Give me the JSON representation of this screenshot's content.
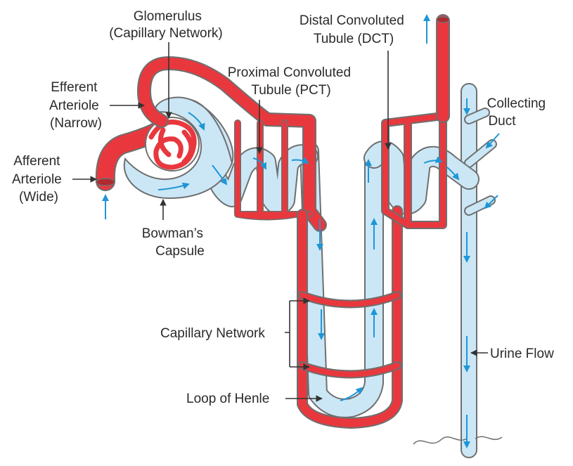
{
  "colors": {
    "tubule_fill": "#cbe7f6",
    "tubule_outline": "#6f6f6f",
    "vessel_fill": "#e8383e",
    "flow_arrow": "#1f96d6",
    "leader_line": "#333333",
    "text": "#2a2a2a"
  },
  "labels": {
    "glomerulus": [
      "Glomerulus",
      "(Capillary Network)"
    ],
    "dct": [
      "Distal Convoluted",
      "Tubule (DCT)"
    ],
    "pct": [
      "Proximal Convoluted",
      "Tubule (PCT)"
    ],
    "efferent": [
      "Efferent",
      "Arteriole",
      "(Narrow)"
    ],
    "afferent": [
      "Afferent",
      "Arteriole",
      "(Wide)"
    ],
    "collecting_duct": [
      "Collecting",
      "Duct"
    ],
    "bowmans_capsule": [
      "Bowman’s",
      "Capsule"
    ],
    "capillary_network": "Capillary Network",
    "loop_of_henle": "Loop of Henle",
    "urine_flow": "Urine Flow"
  }
}
